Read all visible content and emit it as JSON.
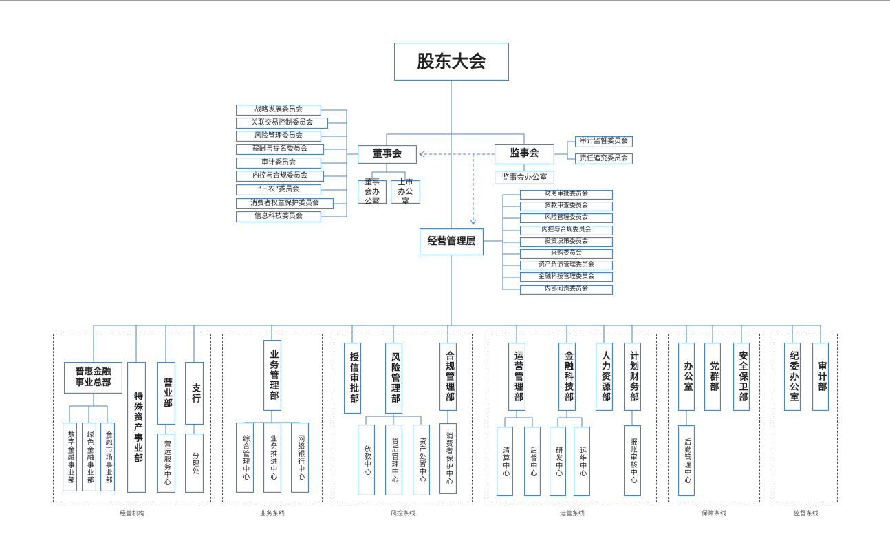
{
  "top": "股东大会",
  "board": "董事会",
  "supervisors": "监事会",
  "management": "经营管理层",
  "board_offices": [
    "董事会办公室",
    "上市办公室"
  ],
  "supervisor_office": "监事会办公室",
  "board_committees": [
    "战略发展委员会",
    "关联交易控制委员会",
    "风险管理委员会",
    "薪酬与提名委员会",
    "审计委员会",
    "内控与合规委员会",
    "“三农”委员会",
    "消费者权益保护委员会",
    "信息科技委员会"
  ],
  "supervisor_committees": [
    "审计监督委员会",
    "责任追究委员会"
  ],
  "management_committees": [
    "财务审批委员会",
    "贷款审查委员会",
    "风险管理委员会",
    "内控与合规委员会",
    "投资决策委员会",
    "采购委员会",
    "资产负债管理委员会",
    "金融科技管理委员会",
    "内部问责委员会"
  ],
  "groups": [
    {
      "caption": "经营机构"
    },
    {
      "caption": "业务条线"
    },
    {
      "caption": "风控条线"
    },
    {
      "caption": "运营条线"
    },
    {
      "caption": "保障条线"
    },
    {
      "caption": "监督条线"
    }
  ],
  "depts": {
    "puhui": "普惠金融事业总部",
    "teshu": "特殊资产事业部",
    "yingye": "营业部",
    "zhihang": "支行",
    "yewu": "业务管理部",
    "shouxin": "授信审批部",
    "fengxian": "风险管理部",
    "hegui": "合规管理部",
    "yunying": "运营管理部",
    "jinrong": "金融科技部",
    "renli": "人力资源部",
    "jihua": "计划财务部",
    "bangong": "办公室",
    "dangqun": "党群部",
    "anquan": "安全保卫部",
    "jiwei": "纪委办公室",
    "shenji": "审计部"
  },
  "subs": {
    "puhui": [
      "数字金融事业部",
      "绿色金融事业部",
      "金融市场事业部"
    ],
    "yingye": [
      "营运服务中心"
    ],
    "zhihang": [
      "分理处"
    ],
    "yewu": [
      "综合管理中心",
      "业务推进中心",
      "网络银行中心"
    ],
    "fengxian": [
      "放款中心",
      "贷后管理中心",
      "资产处置中心"
    ],
    "hegui": [
      "消费者保护中心"
    ],
    "yunying": [
      "清算中心",
      "后督中心"
    ],
    "jinrong": [
      "研发中心",
      "运维中心"
    ],
    "jihua": [
      "报账审核中心"
    ],
    "bangong": [
      "后勤管理中心"
    ]
  }
}
